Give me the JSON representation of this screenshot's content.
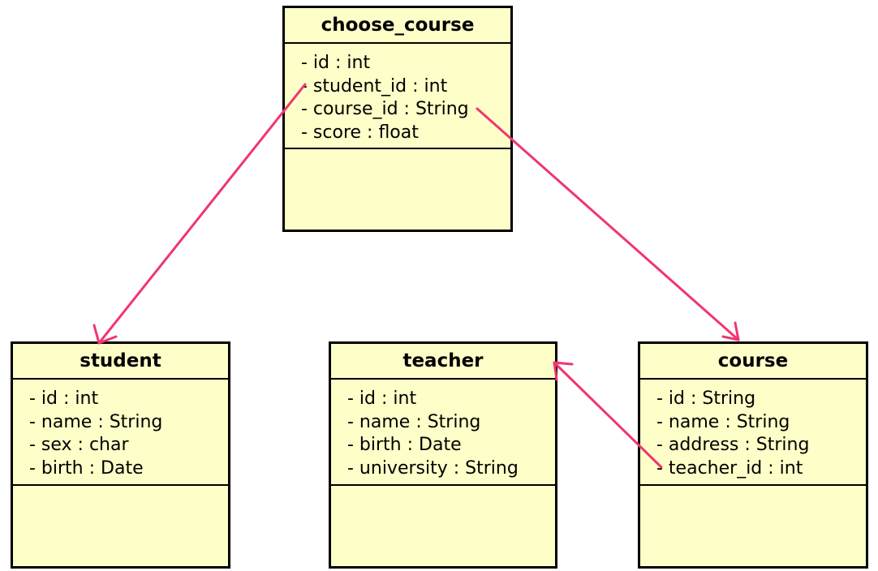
{
  "classes": [
    {
      "name": "choose_course",
      "attributes": [
        "- id : int",
        "- student_id : int",
        "- course_id : String",
        "- score : float"
      ]
    },
    {
      "name": "student",
      "attributes": [
        "- id : int",
        "- name : String",
        "- sex : char",
        "- birth : Date"
      ]
    },
    {
      "name": "teacher",
      "attributes": [
        "- id : int",
        "- name : String",
        "- birth : Date",
        "- university : String"
      ]
    },
    {
      "name": "course",
      "attributes": [
        "- id : String",
        "- name : String",
        "- address : String",
        "- teacher_id : int"
      ]
    }
  ],
  "relations": [
    {
      "from": "choose_course.student_id",
      "to": "student"
    },
    {
      "from": "choose_course.course_id",
      "to": "course"
    },
    {
      "from": "course.teacher_id",
      "to": "teacher"
    }
  ],
  "colors": {
    "class_fill": "#fefec8",
    "class_border": "#000000",
    "relation_line": "#f0366e"
  }
}
